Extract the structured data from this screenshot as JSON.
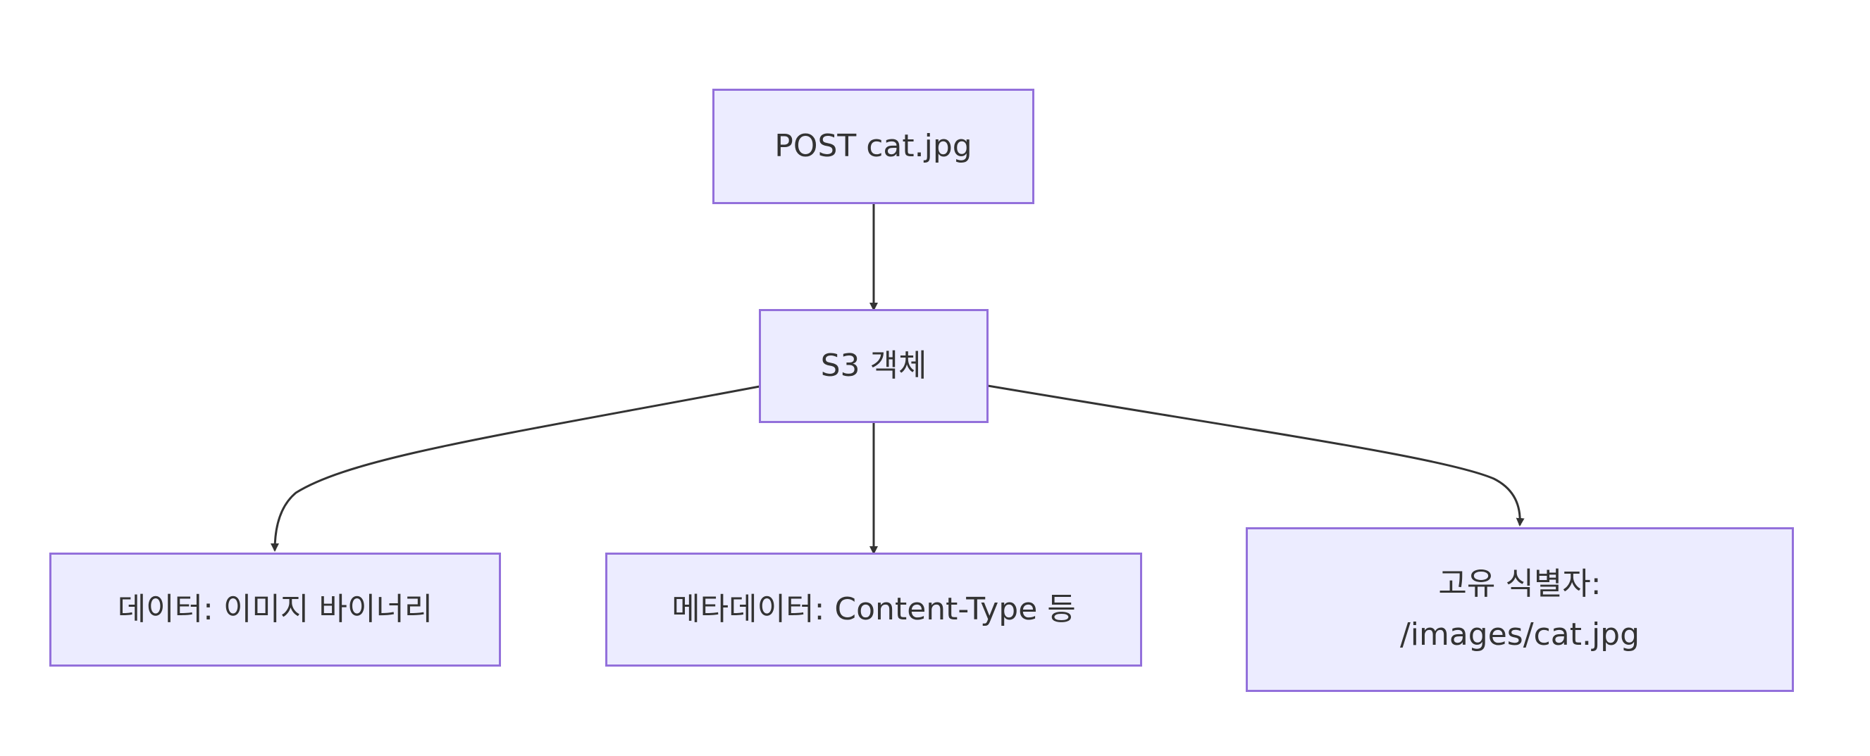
{
  "diagram": {
    "type": "flowchart",
    "colors": {
      "node_fill": "#ECECFF",
      "node_border": "#9370DB",
      "edge": "#333333",
      "text": "#333333"
    },
    "nodes": {
      "post": {
        "label": "POST cat.jpg"
      },
      "s3": {
        "label": "S3 객체"
      },
      "data": {
        "label": "데이터: 이미지 바이너리"
      },
      "meta": {
        "label": "메타데이터: Content-Type 등"
      },
      "id": {
        "label_line1": "고유 식별자:",
        "label_line2": "/images/cat.jpg"
      }
    },
    "edges": [
      {
        "from": "post",
        "to": "s3"
      },
      {
        "from": "s3",
        "to": "data"
      },
      {
        "from": "s3",
        "to": "meta"
      },
      {
        "from": "s3",
        "to": "id"
      }
    ]
  }
}
